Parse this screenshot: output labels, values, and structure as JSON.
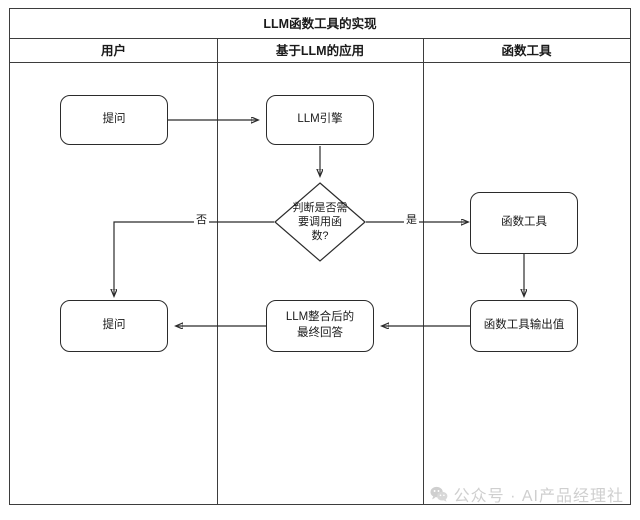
{
  "diagram": {
    "title": "LLM函数工具的实现",
    "type": "flowchart-swimlane",
    "lanes": [
      {
        "id": "user",
        "label": "用户"
      },
      {
        "id": "llm-app",
        "label": "基于LLM的应用"
      },
      {
        "id": "function-tool",
        "label": "函数工具"
      }
    ],
    "nodes": [
      {
        "id": "ask-top",
        "shape": "rounded-rect",
        "lane": "user",
        "label": "提问"
      },
      {
        "id": "llm-engine",
        "shape": "rounded-rect",
        "lane": "llm-app",
        "label": "LLM引擎"
      },
      {
        "id": "decision",
        "shape": "diamond",
        "lane": "llm-app",
        "label": "判断是否需\n要调用函\n数?"
      },
      {
        "id": "function-tool",
        "shape": "rounded-rect",
        "lane": "function-tool",
        "label": "函数工具"
      },
      {
        "id": "tool-output",
        "shape": "rounded-rect",
        "lane": "function-tool",
        "label": "函数工具输出值"
      },
      {
        "id": "final-answer",
        "shape": "rounded-rect",
        "lane": "llm-app",
        "label": "LLM整合后的\n最终回答"
      },
      {
        "id": "ask-bottom",
        "shape": "rounded-rect",
        "lane": "user",
        "label": "提问"
      }
    ],
    "edges": [
      {
        "from": "ask-top",
        "to": "llm-engine",
        "label": ""
      },
      {
        "from": "llm-engine",
        "to": "decision",
        "label": ""
      },
      {
        "from": "decision",
        "to": "function-tool",
        "label": "是"
      },
      {
        "from": "decision",
        "to": "ask-bottom",
        "label": "否"
      },
      {
        "from": "function-tool",
        "to": "tool-output",
        "label": ""
      },
      {
        "from": "tool-output",
        "to": "final-answer",
        "label": ""
      },
      {
        "from": "final-answer",
        "to": "ask-bottom",
        "label": ""
      }
    ],
    "edge_labels": {
      "no": "否",
      "yes": "是"
    },
    "colors": {
      "stroke": "#2b2b2b",
      "frame": "#3d3d3d",
      "background": "#ffffff",
      "text": "#1a1a1a",
      "watermark": "#cfcfcf"
    }
  },
  "watermark": {
    "icon": "wechat-icon",
    "text": "公众号 · AI产品经理社"
  }
}
